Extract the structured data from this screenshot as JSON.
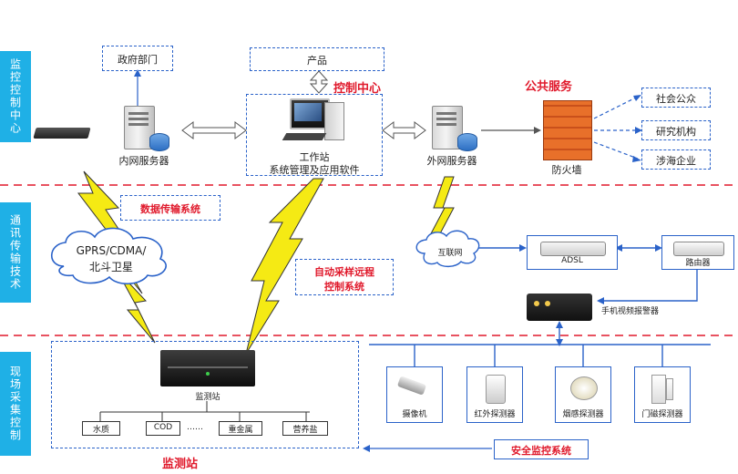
{
  "side_labels": {
    "monitor": "监控控制中心",
    "comm": "通讯传输技术",
    "field": "现场采集控制"
  },
  "nodes": {
    "gov": "政府部门",
    "product": "产品",
    "control_center": "控制中心",
    "public_service": "公共服务",
    "public": "社会公众",
    "research": "研究机构",
    "enterprise": "涉海企业",
    "intranet_server": "内网服务器",
    "workstation": "工作站",
    "workstation_sub": "系统管理及应用软件",
    "extranet_server": "外网服务器",
    "firewall": "防火墙",
    "data_transfer": "数据传输系统",
    "gprs": "GPRS/CDMA/",
    "beidou": "北斗卫星",
    "auto_sampling_1": "自动采样远程",
    "auto_sampling_2": "控制系统",
    "internet": "互联网",
    "adsl": "ADSL",
    "router": "路由器",
    "mobile_alarm": "手机视频报警器",
    "monitor_station_device": "监测站",
    "water_temp": "水质",
    "cod": "COD",
    "ellipsis": "……",
    "heavy_metal": "重金属",
    "nutrient": "营养盐",
    "monitor_station": "监测站",
    "camera": "摄像机",
    "infrared": "红外探测器",
    "smoke": "烟感探测器",
    "door": "门磁探测器",
    "security_system": "安全监控系统"
  },
  "colors": {
    "accent_blue": "#1fb0e6",
    "line_blue": "#2a62c9",
    "red_label": "#e0192b",
    "dash_red": "#e0192b",
    "bolt_yellow": "#f5ea14"
  }
}
